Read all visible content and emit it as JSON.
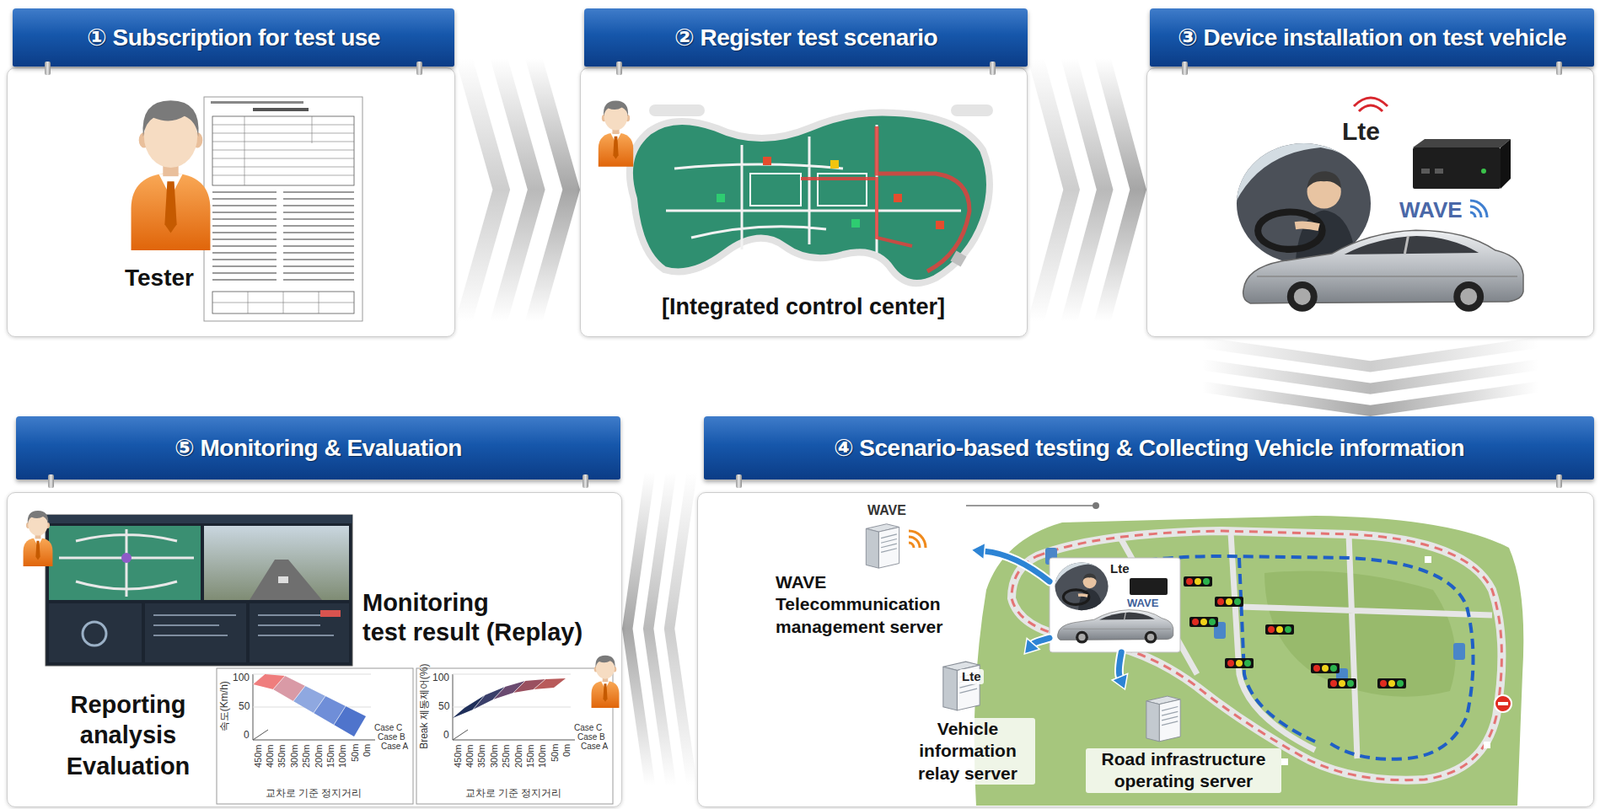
{
  "diagram": {
    "nodes": [
      {
        "text": [
          "① Subscription for test use"
        ]
      },
      {
        "text": [
          "② Register test scenario"
        ]
      },
      {
        "text": [
          "③ Device installation on test vehicle"
        ]
      },
      {
        "text": [
          "④ Scenario-based testing & Collecting Vehicle information"
        ]
      },
      {
        "text": [
          "Lte",
          "WAVE"
        ],
        "in": 3
      },
      {
        "text": [
          "WAVE",
          "WAVE Telecommunication management server"
        ],
        "in": 3
      },
      {
        "text": [
          "Lte",
          "Vehicle information relay server"
        ],
        "in": 3
      },
      {
        "text": [
          "Road infrastructure operating server"
        ],
        "in": 3
      },
      {
        "text": [
          "⑤ Monitoring & Evaluation"
        ]
      }
    ],
    "edges": [
      {
        "from": 0,
        "to": 1,
        "arrow": "to"
      },
      {
        "from": 1,
        "to": 2,
        "arrow": "to"
      },
      {
        "from": 2,
        "to": 3,
        "arrow": "to"
      },
      {
        "from": 3,
        "to": 8,
        "arrow": "to"
      },
      {
        "from": 4,
        "to": 5,
        "arrow": "to"
      },
      {
        "from": 4,
        "to": 6,
        "arrow": "to"
      },
      {
        "from": 4,
        "to": 7,
        "arrow": "to"
      }
    ],
    "labels": [
      "Tester",
      "[Integrated control center]",
      "Lte",
      "WAVE",
      "Monitoring test result (Replay)",
      "Reporting analysis Evaluation",
      "속도(Km/h)",
      "100",
      "50",
      "0",
      "450m",
      "400m",
      "350m",
      "300m",
      "250m",
      "200m",
      "150m",
      "100m",
      "50m",
      "0m",
      "Case C",
      "Case B",
      "Case A",
      "교차로 기준 정지거리",
      "Break 제동제어(%)",
      "100",
      "50",
      "0",
      "450m",
      "400m",
      "350m",
      "300m",
      "250m",
      "200m",
      "150m",
      "100m",
      "50m",
      "0m",
      "Case C",
      "Case B",
      "Case A",
      "교차로 기준 정지거리"
    ]
  }
}
